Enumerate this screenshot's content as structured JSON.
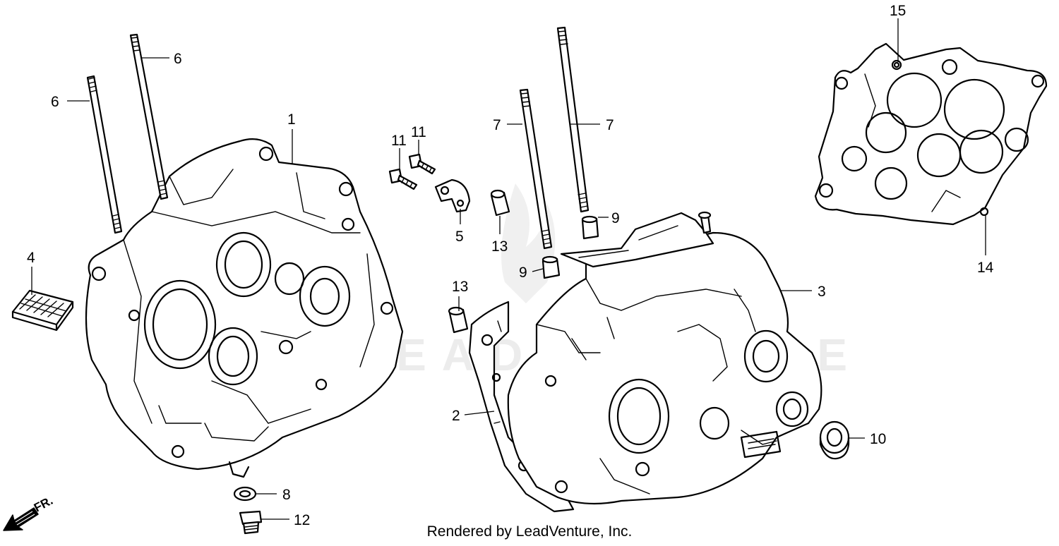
{
  "diagram": {
    "watermark": "LEADVENTURE",
    "direction_label": "FR.",
    "footer": "Rendered by LeadVenture, Inc.",
    "callouts": [
      {
        "id": "c1",
        "label": "1"
      },
      {
        "id": "c2",
        "label": "2"
      },
      {
        "id": "c3",
        "label": "3"
      },
      {
        "id": "c4",
        "label": "4"
      },
      {
        "id": "c5",
        "label": "5"
      },
      {
        "id": "c6a",
        "label": "6"
      },
      {
        "id": "c6b",
        "label": "6"
      },
      {
        "id": "c7a",
        "label": "7"
      },
      {
        "id": "c7b",
        "label": "7"
      },
      {
        "id": "c8",
        "label": "8"
      },
      {
        "id": "c9a",
        "label": "9"
      },
      {
        "id": "c9b",
        "label": "9"
      },
      {
        "id": "c10",
        "label": "10"
      },
      {
        "id": "c11a",
        "label": "11"
      },
      {
        "id": "c11b",
        "label": "11"
      },
      {
        "id": "c12",
        "label": "12"
      },
      {
        "id": "c13a",
        "label": "13"
      },
      {
        "id": "c13b",
        "label": "13"
      },
      {
        "id": "c14",
        "label": "14"
      },
      {
        "id": "c15",
        "label": "15"
      }
    ]
  }
}
